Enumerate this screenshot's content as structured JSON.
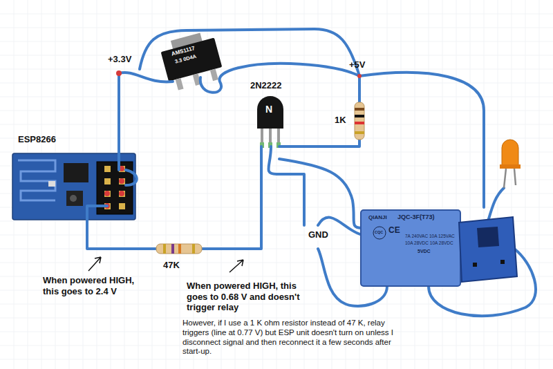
{
  "diagram": {
    "labels": [
      "+3.3V",
      "AMS1117",
      "3.3 0D4A",
      "+5V",
      "2N2222",
      "N",
      "ESP8266",
      "1K",
      "GND",
      "QIANJI",
      "JQC-3F(T73)",
      "CQC",
      "CE",
      "7A 240VAC 10A 125VAC",
      "10A 28VDC 10A 28VDC",
      "5VDC",
      "47K",
      "When powered HIGH, this goes to 2.4 V",
      "When powered HIGH, this goes to 0.68 V and doesn't trigger relay",
      "However, if I use a 1 K ohm resistor instead of 47 K, relay triggers (line at 0.77 V) but ESP unit doesn't turn on unless I disconnect signal and then reconnect it a few seconds after start-up."
    ]
  }
}
